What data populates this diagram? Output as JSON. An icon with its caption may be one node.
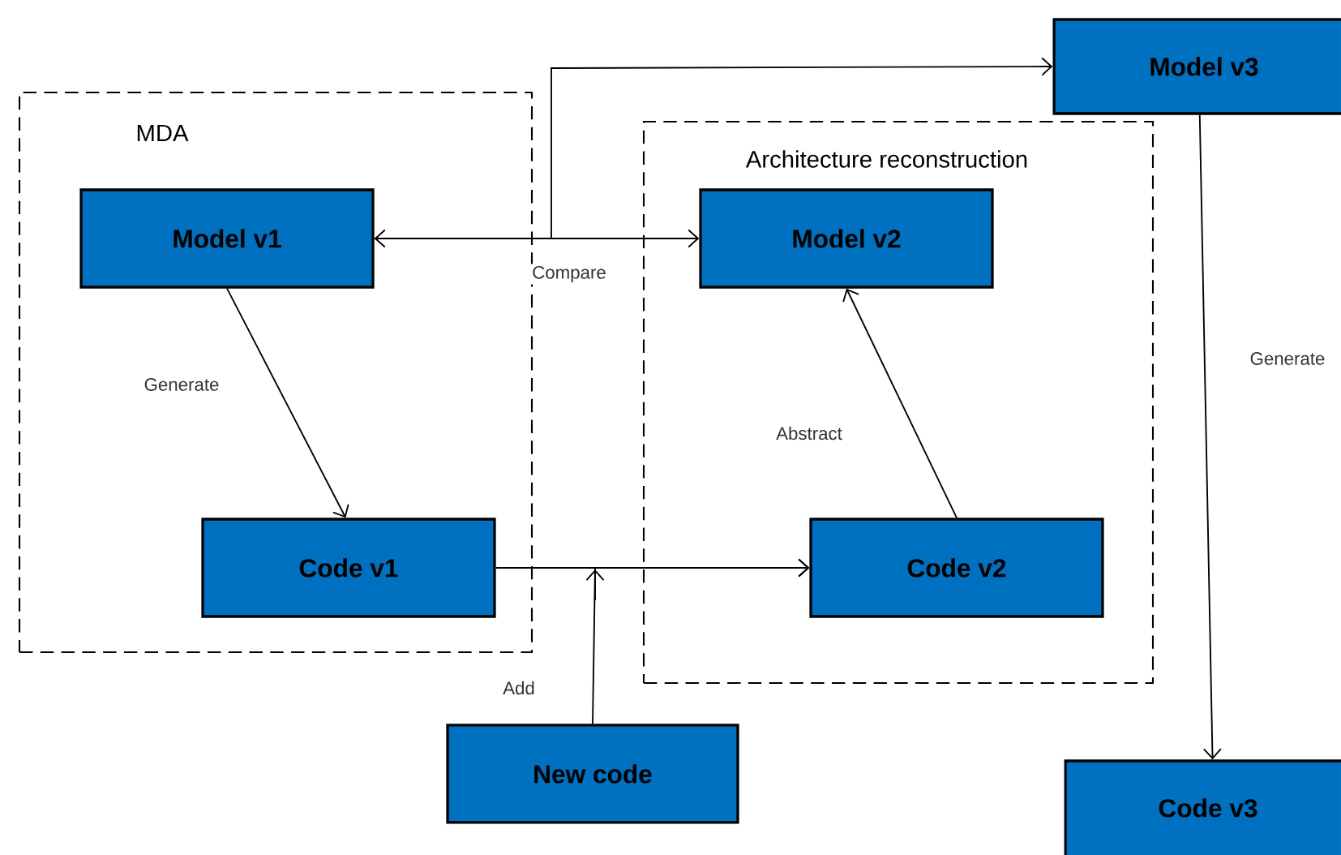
{
  "diagram": {
    "nodes": [
      {
        "text": [
          "MDA"
        ]
      },
      {
        "text": [
          "Model  v1"
        ],
        "in": 0
      },
      {
        "text": [
          "Code v1"
        ],
        "in": 0
      },
      {
        "text": [
          "Architecture reconstruction"
        ]
      },
      {
        "text": [
          "Model v2"
        ],
        "in": 3
      },
      {
        "text": [
          "Code v2"
        ],
        "in": 3
      },
      {
        "text": [
          "New code"
        ]
      },
      {
        "text": [
          "Model  v3"
        ]
      },
      {
        "text": [
          "Code v3"
        ]
      }
    ],
    "edges": [
      {
        "from": 1,
        "to": 4,
        "arrow": "both",
        "label": "Compare"
      },
      {
        "from": 1,
        "to": 7,
        "arrow": "to"
      },
      {
        "from": 1,
        "to": 2,
        "arrow": "to",
        "label": "Generate"
      },
      {
        "from": 2,
        "to": 5,
        "arrow": "to"
      },
      {
        "from": 6,
        "to": 5,
        "arrow": "to",
        "label": "Add"
      },
      {
        "from": 5,
        "to": 4,
        "arrow": "to",
        "label": "Abstract"
      },
      {
        "from": 7,
        "to": 8,
        "arrow": "to",
        "label": "Generate"
      }
    ]
  }
}
